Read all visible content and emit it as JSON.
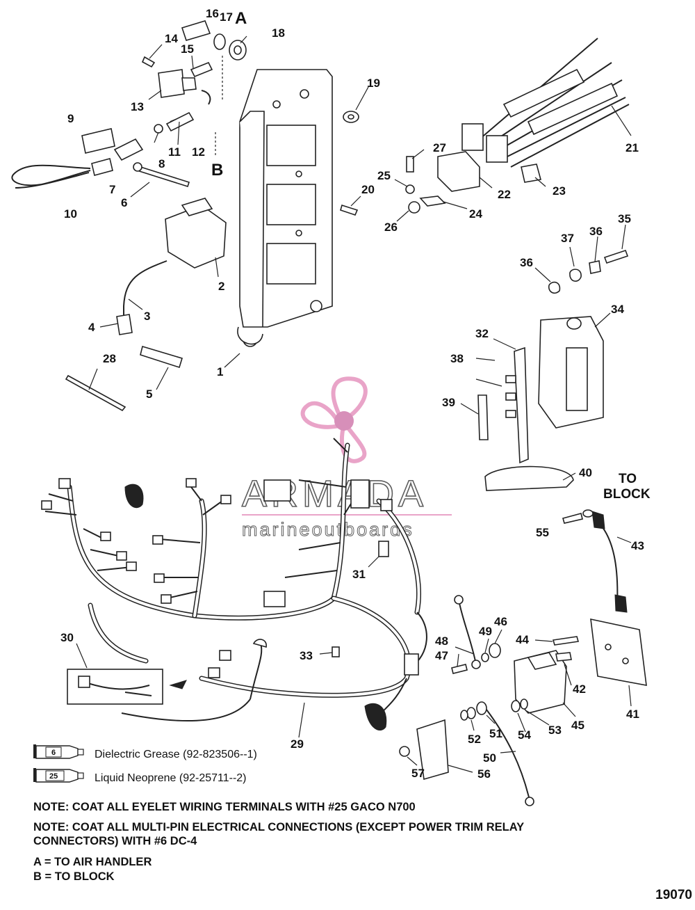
{
  "callouts": {
    "c1": "1",
    "c2": "2",
    "c3": "3",
    "c4": "4",
    "c5": "5",
    "c6": "6",
    "c7": "7",
    "c8": "8",
    "c9": "9",
    "c10": "10",
    "c11": "11",
    "c12": "12",
    "c13": "13",
    "c14": "14",
    "c15": "15",
    "c16": "16",
    "c17": "17",
    "c18": "18",
    "c19": "19",
    "c20": "20",
    "c21": "21",
    "c22": "22",
    "c23": "23",
    "c24": "24",
    "c25": "25",
    "c26": "26",
    "c27": "27",
    "c28": "28",
    "c29": "29",
    "c30": "30",
    "c31": "31",
    "c32": "32",
    "c33": "33",
    "c34": "34",
    "c35": "35",
    "c36a": "36",
    "c36b": "36",
    "c37": "37",
    "c38": "38",
    "c39": "39",
    "c40": "40",
    "c41": "41",
    "c42": "42",
    "c43": "43",
    "c44": "44",
    "c45": "45",
    "c46": "46",
    "c47": "47",
    "c48": "48",
    "c49": "49",
    "c50": "50",
    "c51": "51",
    "c52": "52",
    "c53": "53",
    "c54": "54",
    "c55": "55",
    "c56": "56",
    "c57": "57"
  },
  "letters": {
    "a": "A",
    "b": "B"
  },
  "to_block": {
    "line1": "TO",
    "line2": "BLOCK"
  },
  "legend": [
    {
      "tube": "6",
      "text": "Dielectric Grease (92-823506--1)"
    },
    {
      "tube": "25",
      "text": "Liquid Neoprene (92-25711--2)"
    }
  ],
  "notes": [
    "NOTE: COAT ALL EYELET WIRING TERMINALS WITH #25 GACO N700",
    "NOTE: COAT ALL MULTI-PIN ELECTRICAL CONNECTIONS (EXCEPT POWER TRIM RELAY",
    "CONNECTORS) WITH #6 DC-4",
    "A = TO AIR HANDLER",
    "B = TO BLOCK"
  ],
  "watermark": {
    "title": "ARMADA",
    "subtitle": "marineoutboards"
  },
  "diagram_code": "19070",
  "colors": {
    "ink": "#222222",
    "watermark_pink": "#e8a0c6",
    "watermark_hub": "#d58ab6"
  },
  "icons": {
    "tube": "grease-tube-icon",
    "propeller": "propeller-logo-icon"
  }
}
